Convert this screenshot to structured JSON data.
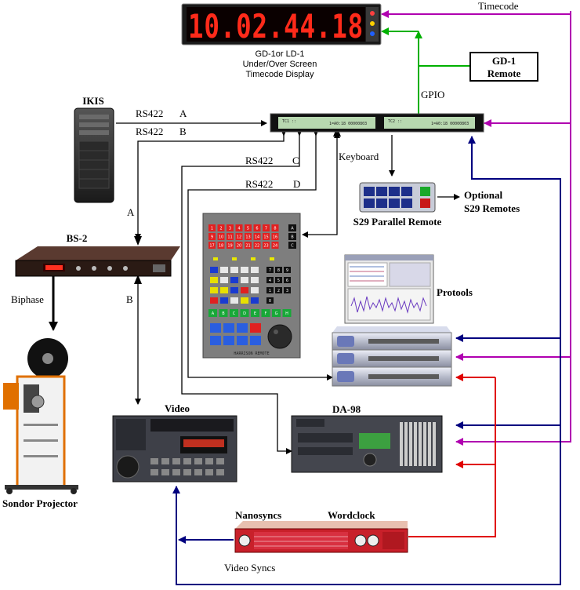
{
  "timecode_display": {
    "value": "10.02.44.18",
    "caption_line1": "GD-1or LD-1",
    "caption_line2": "Under/Over Screen",
    "caption_line3": "Timecode Display"
  },
  "labels": {
    "timecode": "Timecode",
    "gd1_remote_line1": "GD-1",
    "gd1_remote_line2": "Remote",
    "gpio": "GPIO",
    "ikis": "IKIS",
    "rs422_a_name": "RS422",
    "rs422_a_port": "A",
    "rs422_b_name": "RS422",
    "rs422_b_port": "B",
    "rs422_c": "RS422",
    "rs422_c_port": "C",
    "rs422_d": "RS422",
    "rs422_d_port": "D",
    "keyboard": "Keyboard",
    "s29_parallel_remote": "S29 Parallel Remote",
    "optional_line1": "Optional",
    "optional_line2": "S29 Remotes",
    "bs2": "BS-2",
    "a_branch": "A",
    "b_branch": "B",
    "biphase": "Biphase",
    "protools": "Protools",
    "sondor_projector": "Sondor Projector",
    "video": "Video",
    "da98": "DA-98",
    "nanosyncs": "Nanosyncs",
    "wordclock": "Wordclock",
    "video_syncs": "Video Syncs"
  },
  "keypad": {
    "red_keys": [
      "1",
      "2",
      "3",
      "4",
      "5",
      "6",
      "7",
      "8",
      "9",
      "10",
      "11",
      "12",
      "13",
      "14",
      "15",
      "16",
      "17",
      "18",
      "19",
      "20",
      "21",
      "22",
      "23",
      "24"
    ],
    "side_keys": [
      "A",
      "B",
      "C"
    ],
    "number_keys": [
      "7",
      "8",
      "9",
      "4",
      "5",
      "6",
      "1",
      "2",
      "3",
      "0"
    ],
    "letter_keys": [
      "A",
      "B",
      "C",
      "D",
      "E",
      "F",
      "G",
      "H"
    ],
    "caption": "HARRISON REMOTE"
  },
  "colors": {
    "black_line": "#000000",
    "purple_line": "#b000b0",
    "green_line": "#00b000",
    "navy_line": "#00007f",
    "red_line": "#e00000",
    "display_red": "#ff2a1a"
  }
}
